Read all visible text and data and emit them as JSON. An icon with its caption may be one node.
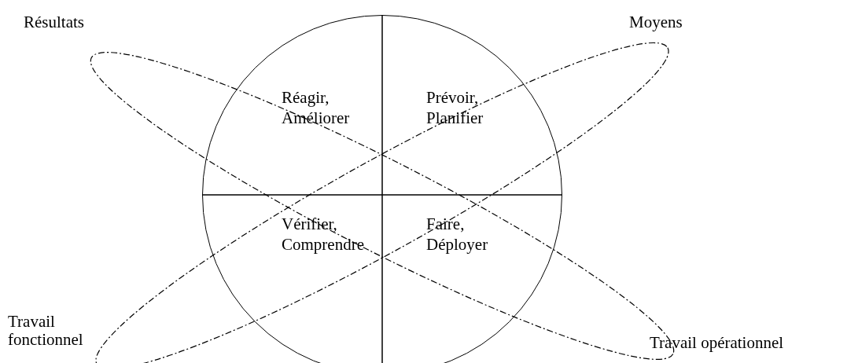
{
  "diagram": {
    "nodes": [
      {
        "text": [],
        "shape": "circle"
      },
      {
        "text": [
          "Réagir, Améliorer"
        ],
        "in": 0
      },
      {
        "text": [
          "Prévoir, Planifier"
        ],
        "in": 0
      },
      {
        "text": [
          "Vérifier, Comprendre"
        ],
        "in": 0
      },
      {
        "text": [
          "Faire, Déployer"
        ],
        "in": 0
      }
    ],
    "edges": [],
    "labels": [
      "Résultats",
      "Moyens",
      "Travail fonctionnel",
      "Travail opérationnel"
    ]
  }
}
